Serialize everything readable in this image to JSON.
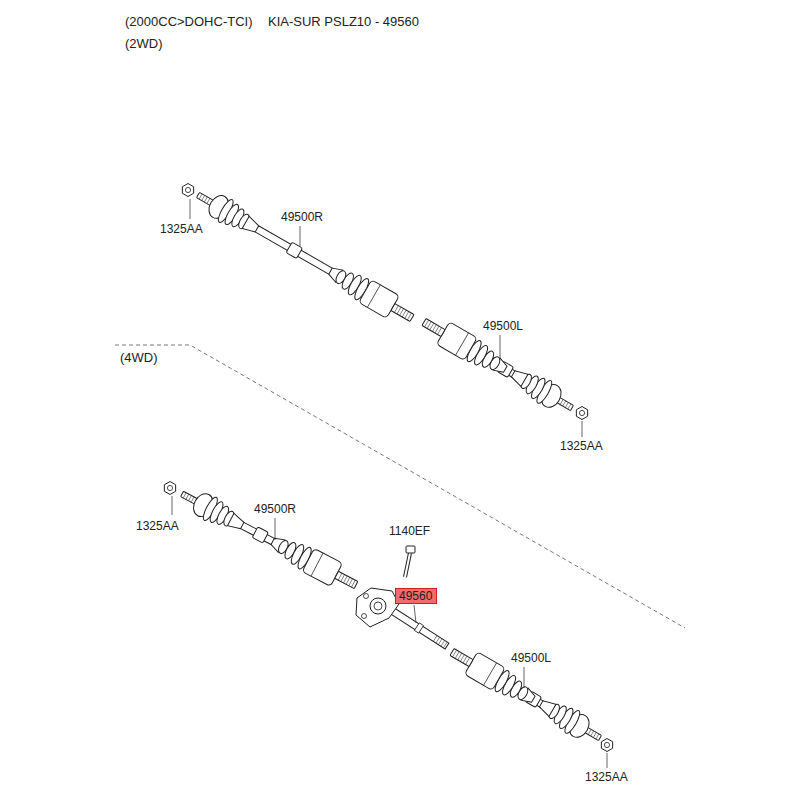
{
  "diagram": {
    "nodes": [
      {
        "text": [
          "49560"
        ]
      }
    ],
    "labels": [
      "(2000CC>DOHC-TCI)",
      "KIA-SUR PSLZ10 - 49560",
      "(2WD)",
      "1325AA",
      "49500R",
      "49500L",
      "1325AA",
      "(4WD)",
      "1325AA",
      "49500R",
      "1140EF",
      "49500L",
      "1325AA"
    ]
  }
}
